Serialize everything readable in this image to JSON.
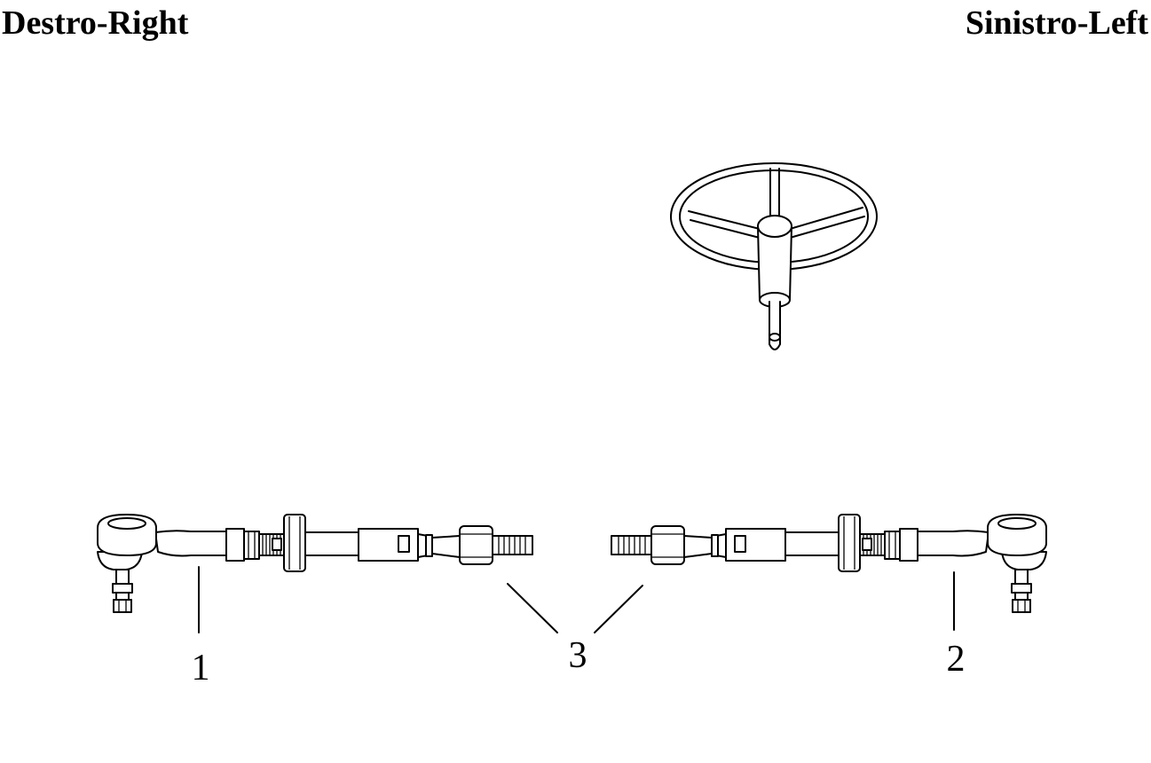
{
  "headers": {
    "left": "Destro-Right",
    "right": "Sinistro-Left"
  },
  "callouts": {
    "c1": "1",
    "c2": "2",
    "c3": "3"
  },
  "parts": {
    "steering_wheel": "steering-wheel-icon",
    "right_tie_rod": "tie-rod-icon",
    "left_tie_rod": "tie-rod-icon"
  }
}
